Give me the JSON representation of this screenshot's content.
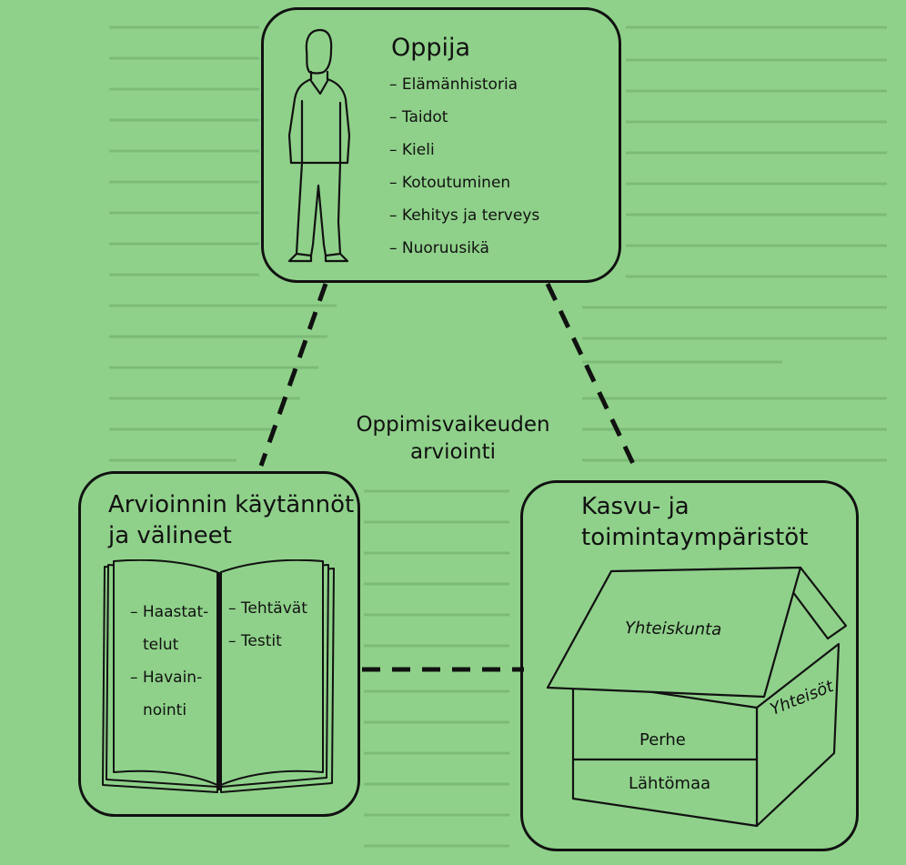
{
  "learner": {
    "title": "Oppija",
    "items": [
      "– Elämänhistoria",
      "– Taidot",
      "– Kieli",
      "– Kotoutuminen",
      "– Kehitys ja terveys",
      "– Nuoruusikä"
    ]
  },
  "center_label": {
    "line1": "Oppimisvaikeuden",
    "line2": "arviointi"
  },
  "practices": {
    "title_line1": "Arvioinnin käytännöt",
    "title_line2": "ja välineet",
    "left_page": [
      "– Haastat-",
      "telut",
      "– Havain-",
      "nointi"
    ],
    "right_page": [
      "– Tehtävät",
      "– Testit"
    ]
  },
  "environments": {
    "title_line1": "Kasvu- ja",
    "title_line2": "toimintaympäristöt",
    "roof": "Yhteiskunta",
    "side": "Yhteisöt",
    "front": "Perhe",
    "base": "Lähtömaa"
  },
  "colors": {
    "background": "#8fd18a",
    "ink": "#111111"
  }
}
